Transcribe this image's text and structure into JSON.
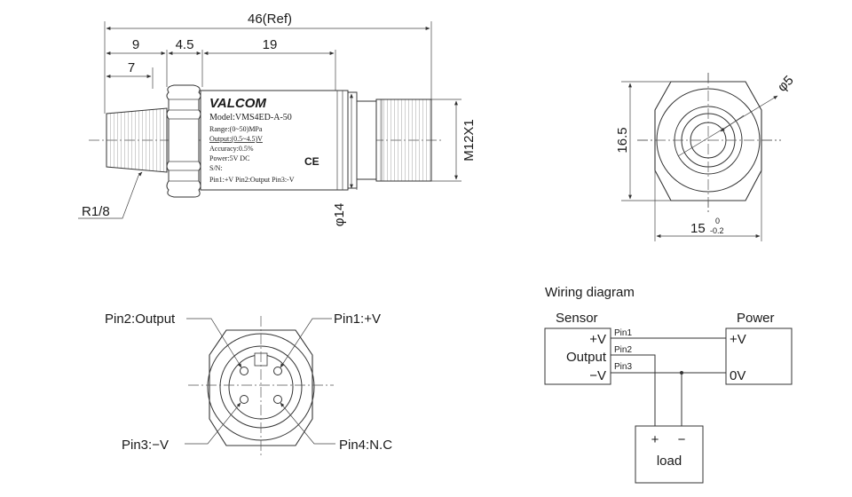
{
  "side_view": {
    "dims": {
      "overall": "46(Ref)",
      "thread_len": "9",
      "hex_width": "4.5",
      "body_len": "19",
      "thread_engage": "7",
      "connector_dia": "M12X1",
      "body_dia": "φ14",
      "thread_callout": "R1/8"
    },
    "label": {
      "brand": "VALCOM",
      "lines": [
        "Model:VMS4ED-A-50",
        "Range:(0~50)MPa",
        "Output:(0.5~4.5)V",
        "Accuracy:0.5%",
        "Power:5V DC",
        "S/N:"
      ],
      "pins": "Pin1:+V   Pin2:Output   Pin3:-V",
      "ce": "CE"
    }
  },
  "end_view": {
    "height": "16.5",
    "port_dia": "φ5",
    "width": "15",
    "tol_upper": "0",
    "tol_lower": "-0.2"
  },
  "connector_view": {
    "pin2": "Pin2:Output",
    "pin1": "Pin1:+V",
    "pin3": "Pin3:−V",
    "pin4": "Pin4:N.C"
  },
  "wiring": {
    "title": "Wiring diagram",
    "sensor_title": "Sensor",
    "sensor_plus": "+V",
    "sensor_output": "Output",
    "sensor_minus": "−V",
    "pin1": "Pin1",
    "pin2": "Pin2",
    "pin3": "Pin3",
    "power_title": "Power",
    "power_plus": "+V",
    "power_zero": "0V",
    "load_plus": "+",
    "load_minus": "−",
    "load_label": "load"
  }
}
